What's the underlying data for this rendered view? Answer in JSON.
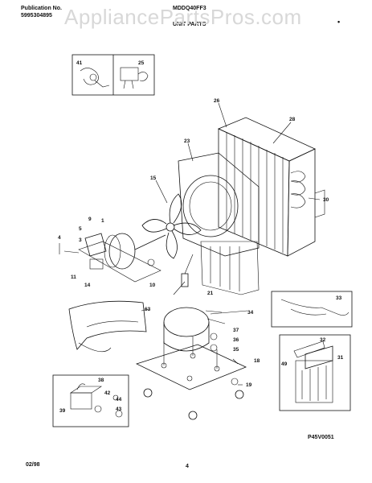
{
  "header": {
    "publication_label": "Publication No.",
    "publication_number": "5995304895",
    "model": "MDDQ40FF3",
    "section": "UNIT PARTS",
    "dot": "•"
  },
  "watermark": "AppliancePartsPros.com",
  "footer": {
    "date": "02/98",
    "page": "4",
    "figure_code": "P45V0051"
  },
  "callouts": {
    "c41": "41",
    "c25": "25",
    "c26": "26",
    "c28": "28",
    "c23": "23",
    "c15": "15",
    "c30": "30",
    "c9": "9",
    "c1": "1",
    "c5": "5",
    "c4": "4",
    "c3": "3",
    "c11": "11",
    "c14": "14",
    "c10": "10",
    "c21": "21",
    "c63": "63",
    "c34": "34",
    "c33": "33",
    "c37": "37",
    "c36": "36",
    "c35": "35",
    "c32": "32",
    "c31": "31",
    "c49": "49",
    "c18": "18",
    "c19": "19",
    "c38": "38",
    "c42": "42",
    "c44": "44",
    "c39": "39",
    "c43": "43"
  }
}
